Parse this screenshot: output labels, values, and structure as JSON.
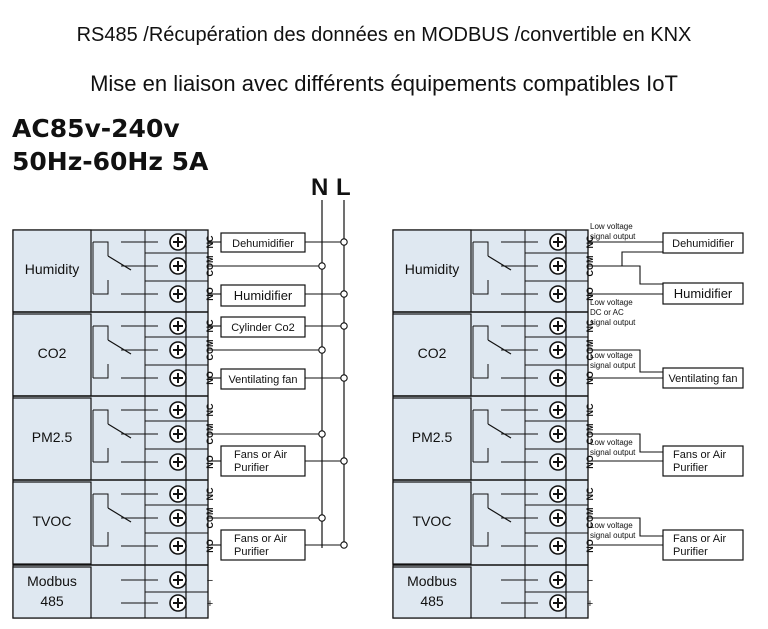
{
  "header": {
    "title": "RS485 /Récupération des données en MODBUS /convertible en KNX",
    "subtitle": "Mise en liaison avec différents équipements compatibles IoT"
  },
  "specs": {
    "voltage": "AC85v-240v",
    "frequency_current": "50Hz-60Hz  5A"
  },
  "supply": {
    "neutral": "N",
    "live": "L"
  },
  "terminals": {
    "nc": "NC",
    "com": "COM",
    "no": "NO",
    "minus": "−",
    "plus": "+"
  },
  "modbus": {
    "line1": "Modbus",
    "line2": "485"
  },
  "sensors": [
    "Humidity",
    "CO2",
    "PM2.5",
    "TVOC"
  ],
  "left_devices": {
    "dehumidifier": "Dehumidifier",
    "humidifier": "Humidifier",
    "cylinder": "Cylinder Co2",
    "ventilating": "Ventilating fan",
    "fans1_l1": "Fans or Air",
    "fans1_l2": "Purifier",
    "fans2_l1": "Fans or Air",
    "fans2_l2": "Purifier"
  },
  "right_devices": {
    "dehumidifier": "Dehumidifier",
    "humidifier": "Humidifier",
    "ventilating": "Ventilating fan",
    "fans1_l1": "Fans or Air",
    "fans1_l2": "Purifier",
    "fans2_l1": "Fans or Air",
    "fans2_l2": "Purifier"
  },
  "right_notes": {
    "lv_l1": "Low voltage",
    "lv_l2": "signal output",
    "dcac_l1": "Low voltage",
    "dcac_l2": "DC or AC",
    "dcac_l3": "signal output",
    "co2_l1": "Low voltage",
    "co2_l2": "signal output",
    "pm_l1": "Low voltage",
    "pm_l2": "signal output",
    "tvoc_l1": "Low voltage",
    "tvoc_l2": "signal output"
  },
  "colors": {
    "panel_fill": "#dfe8f1",
    "line": "#111111",
    "background": "#ffffff"
  }
}
